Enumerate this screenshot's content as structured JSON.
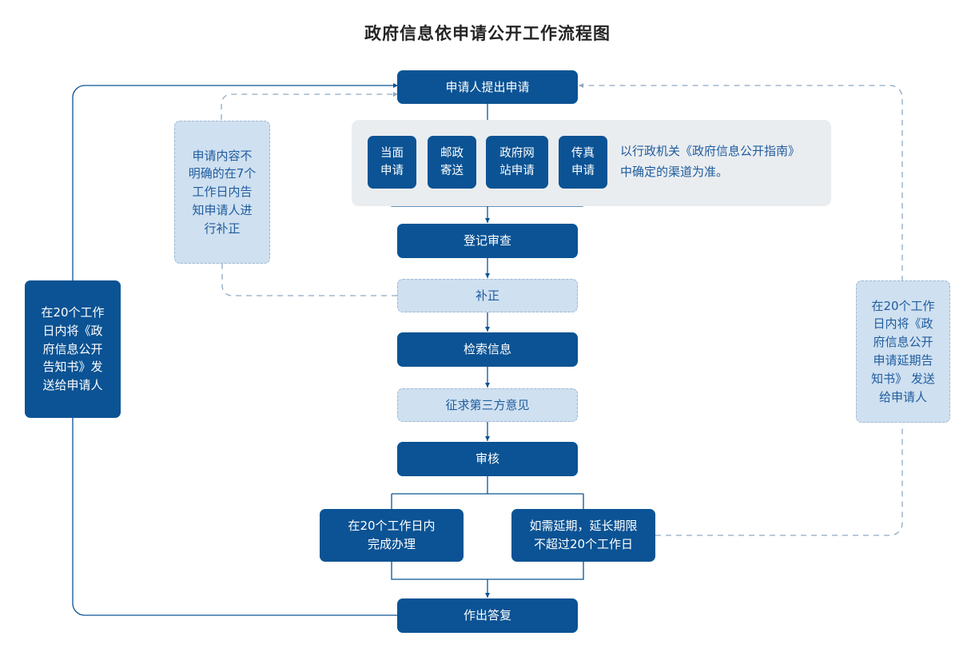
{
  "page": {
    "title": "政府信息依申请公开工作流程图"
  },
  "colors": {
    "dark_blue": "#0B5394",
    "light_blue": "#CFE0F0",
    "band_gray": "#EAEDF0",
    "light_text": "#1F5C9E",
    "wire_solid": "#0B5394",
    "wire_dashed": "#8FA9C4",
    "title_text": "#242424"
  },
  "flow": {
    "submit": "申请人提出申请",
    "channels": [
      {
        "label": "当面\n申请"
      },
      {
        "label": "邮政\n寄送"
      },
      {
        "label": "政府网\n站申请"
      },
      {
        "label": "传真\n申请"
      }
    ],
    "channel_note": "以行政机关《政府信息公开指南》\n中确定的渠道为准。",
    "register_review": "登记审查",
    "supplement": "补正",
    "retrieve_info": "检索信息",
    "third_party": "征求第三方意见",
    "audit": "审核",
    "branch_normal": "在20个工作日内\n完成办理",
    "branch_extend": "如需延期，延长期限\n不超过20个工作日",
    "reply": "作出答复"
  },
  "side_notes": {
    "clarify": "申请内容不\n明确的在7个\n工作日内告\n知申请人进\n行补正",
    "left_notice": "在20个工作\n日内将《政\n府信息公开\n告知书》发\n送给申请人",
    "right_notice": "在20个工作\n日内将《政\n府信息公开\n申请延期告\n知书》 发送\n给申请人"
  }
}
